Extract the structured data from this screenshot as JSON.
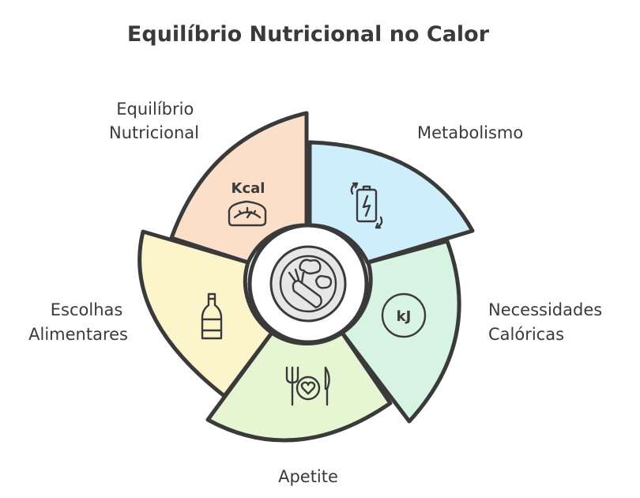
{
  "title": "Equilíbrio Nutricional no Calor",
  "segments": [
    {
      "id": "equilibrio",
      "lines": [
        "Equilíbrio",
        "Nutricional"
      ],
      "color": "#fbdfc8",
      "icon": "kcal-scale-icon",
      "icon_text": "Kcal"
    },
    {
      "id": "metabolismo",
      "lines": [
        "Metabolismo"
      ],
      "color": "#cfeefc",
      "icon": "battery-recycle-icon"
    },
    {
      "id": "necessidades",
      "lines": [
        "Necessidades",
        "Calóricas"
      ],
      "color": "#d7f4e3",
      "icon": "kj-icon",
      "icon_text": "kJ"
    },
    {
      "id": "apetite",
      "lines": [
        "Apetite"
      ],
      "color": "#e6f6d3",
      "icon": "plate-heart-icon"
    },
    {
      "id": "escolhas",
      "lines": [
        "Escolhas",
        "Alimentares"
      ],
      "color": "#fcf5cb",
      "icon": "bottle-icon"
    }
  ],
  "center": {
    "icon": "vegetables-plate-icon",
    "color": "#e6e6e6"
  }
}
